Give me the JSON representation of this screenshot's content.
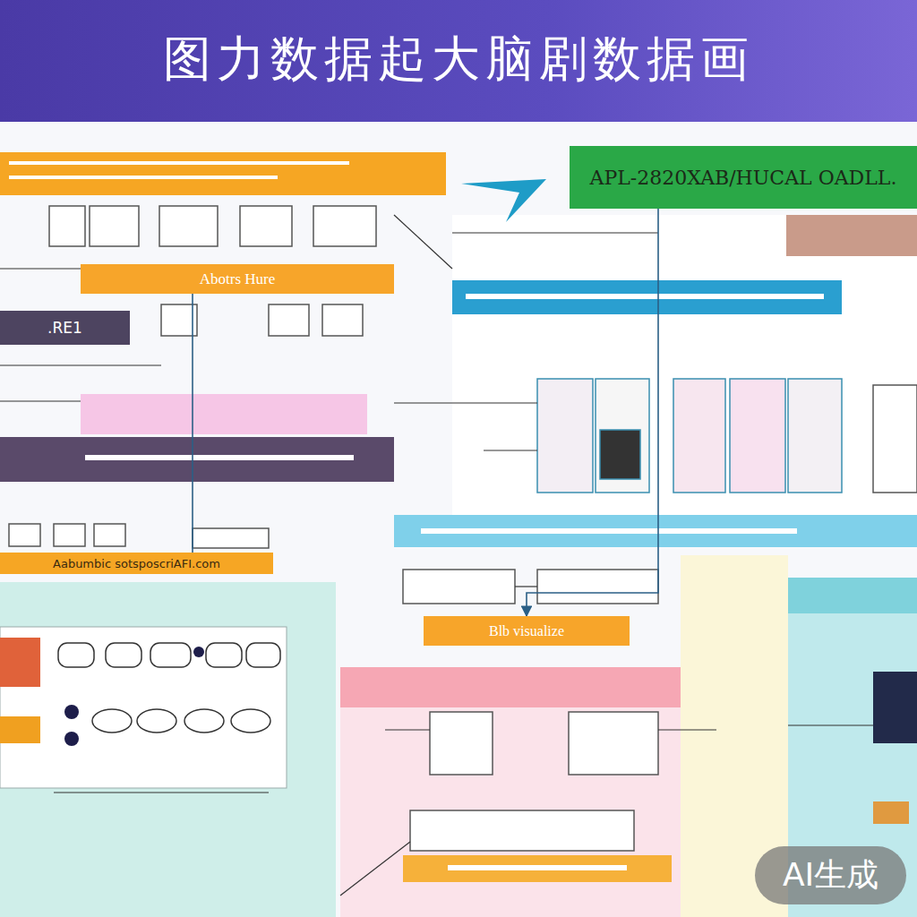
{
  "diagram": {
    "title": "图力数据起大脑剧数据画",
    "nodes": [
      {
        "text": [
          "APL-2820XAB/HUCAL OADLL."
        ]
      },
      {
        "text": [
          "Abotrs Hure"
        ]
      },
      {
        "text": [
          ".RE1"
        ]
      },
      {
        "text": [
          "Aabumbic sotsposcriAFI.com"
        ]
      },
      {
        "text": [
          "Blb visualize"
        ]
      }
    ],
    "edges": [
      {
        "from": 1,
        "to": 3,
        "arrow": "none"
      },
      {
        "from": 0,
        "to": 4,
        "arrow": "to"
      }
    ],
    "labels": [
      "AI生成"
    ]
  }
}
